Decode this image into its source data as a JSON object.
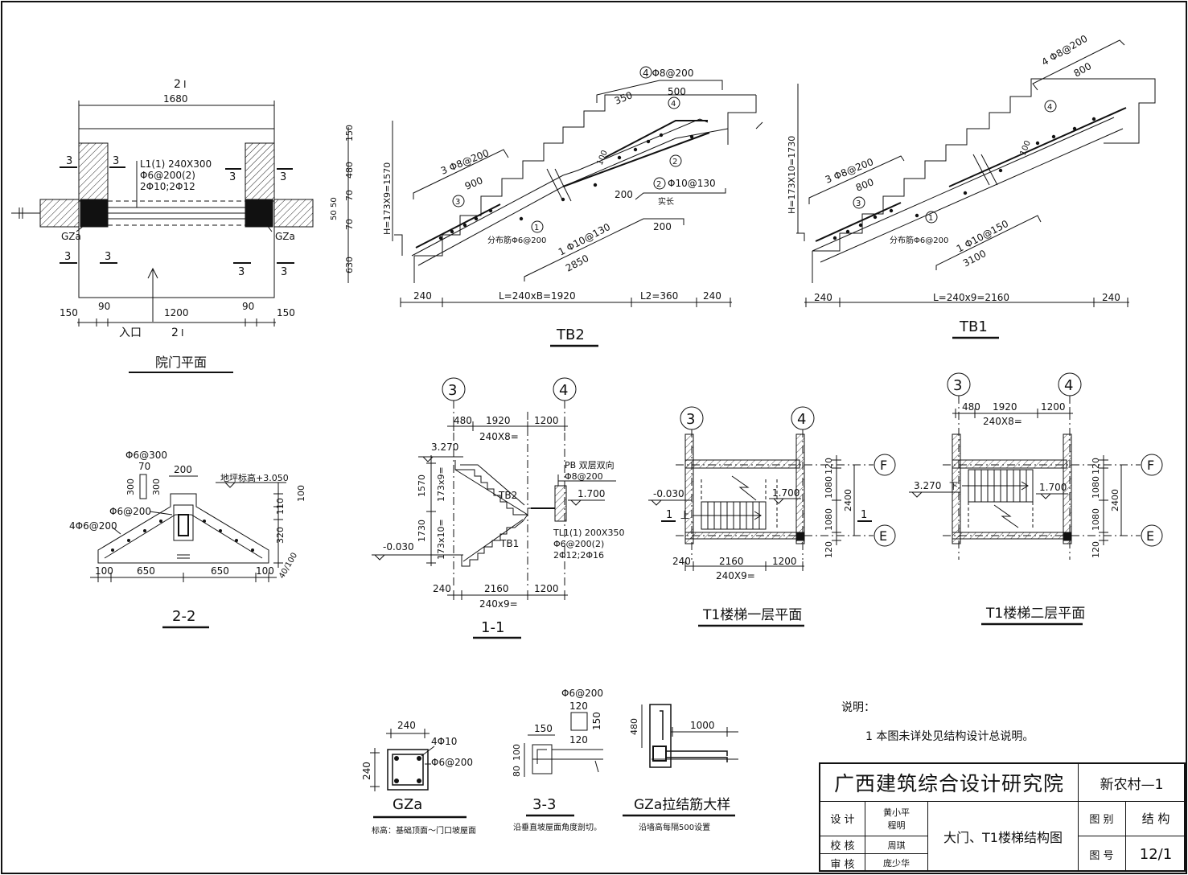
{
  "door_plan": {
    "title": "院门平面",
    "section_mark": "2",
    "dim_total": "1680",
    "dims_bottom": [
      "150",
      "90",
      "1200",
      "90",
      "150"
    ],
    "beam_label_1": "L1(1) 240X300",
    "beam_label_2": "Φ6@200(2)",
    "beam_label_3": "2Φ10;2Φ12",
    "col_left": "GZa",
    "col_right": "GZa",
    "cut_mark": "3",
    "entry": "入口"
  },
  "tb2": {
    "title": "TB2",
    "height_label": "H=173X9=1570",
    "dims_left": [
      "150",
      "480",
      "50",
      "50",
      "70",
      "70",
      "630"
    ],
    "bottom_dims": [
      "240",
      "L=240xB=1920",
      "L2=360",
      "240"
    ],
    "bar4": "Φ8@200",
    "bar4_len": "500",
    "bar4_seg": "350",
    "bar3": "Φ8@200",
    "bar3_len": "900",
    "bar2": "Φ10@130",
    "bar2_len": "200",
    "bar2_note": "实长",
    "bar1": "Φ10@130",
    "bar1_len": "2850",
    "bar1_hook": "200",
    "dist_bar": "分布筋Φ6@200",
    "thk": "100",
    "n1": "1",
    "n2": "2",
    "n3": "3",
    "n4": "4"
  },
  "tb1": {
    "title": "TB1",
    "height_label": "H=173X10=1730",
    "bottom_dims": [
      "240",
      "L=240x9=2160",
      "240"
    ],
    "bar4": "Φ8@200",
    "bar4_len": "800",
    "bar3": "Φ8@200",
    "bar3_len": "800",
    "bar1": "Φ10@150",
    "bar1_len": "3100",
    "dist_bar": "分布筋Φ6@200",
    "thk": "100",
    "n1": "1",
    "n3": "3",
    "n4": "4"
  },
  "sec22": {
    "title": "2-2",
    "top_bar": "Φ6@300",
    "dim70": "70",
    "dim300a": "300",
    "dim300b": "300",
    "dim200": "200",
    "level": "地坪标高+3.050",
    "bar_a": "Φ6@200",
    "bar_b": "4Φ6@200",
    "dims_right": [
      "100",
      "110",
      "320"
    ],
    "dims_bottom": [
      "100",
      "650",
      "650",
      "100"
    ],
    "slope": "40/100"
  },
  "sec11": {
    "title": "1-1",
    "axis_a": "3",
    "axis_b": "4",
    "top_dims": [
      "480",
      "1920",
      "1200"
    ],
    "top_sub": "240X8=",
    "lvl_top": "3.270",
    "lvl_mid": "1.700",
    "lvl_bot": "-0.030",
    "pb": "PB  双层双向",
    "pb_bar": "Φ8@200",
    "tl1_1": "TL1(1) 200X350",
    "tl1_2": "Φ6@200(2)",
    "tl1_3": "2Φ12;2Φ16",
    "tb2": "TB2",
    "tb1": "TB1",
    "left_dims": [
      "1570",
      "173x9=",
      "1730",
      "173x10="
    ],
    "bot_dims": [
      "240",
      "2160",
      "1200"
    ],
    "bot_sub": "240x9="
  },
  "plan1": {
    "title": "T1楼梯一层平面",
    "axis_a": "3",
    "axis_b": "4",
    "axis_f": "F",
    "axis_e": "E",
    "lvl_a": "-0.030",
    "lvl_b": "1.700",
    "up": "上",
    "cut": "1",
    "dims_right": [
      "120",
      "1080",
      "2400",
      "1080",
      "120"
    ],
    "bot_dims": [
      "240",
      "2160",
      "1200"
    ],
    "bot_sub": "240X9="
  },
  "plan2": {
    "title": "T1楼梯二层平面",
    "axis_a": "3",
    "axis_b": "4",
    "axis_f": "F",
    "axis_e": "E",
    "lvl_a": "3.270",
    "down": "下",
    "lvl_b": "1.700",
    "top_dims": [
      "480",
      "1920",
      "1200"
    ],
    "top_sub": "240X8=",
    "dims_right": [
      "120",
      "1080",
      "2400",
      "1080",
      "120"
    ]
  },
  "gza": {
    "title": "GZa",
    "w": "240",
    "h": "240",
    "bar_main": "4Φ10",
    "bar_tie": "Φ6@200",
    "note": "标高：基础顶面～门口坡屋面"
  },
  "sec33": {
    "title": "3-3",
    "bar": "Φ6@200",
    "d120a": "120",
    "d120b": "120",
    "d150a": "150",
    "d150b": "150",
    "d100": "100",
    "d80": "80",
    "note": "沿垂直坡屋面角度剖切。"
  },
  "tie": {
    "title": "GZa拉结筋大样",
    "d480": "480",
    "d1000": "1000",
    "note": "沿墙高每隔500设置"
  },
  "notes": {
    "heading": "说明：",
    "item": "1  本图未详处见结构设计总说明。"
  },
  "title_block": {
    "institute": "广西建筑综合设计研究院",
    "project": "新农村—1",
    "design_label": "设 计",
    "designer_1": "黄小平",
    "designer_2": "程明",
    "check_label": "校 核",
    "checker": "周琪",
    "review_label": "审 核",
    "reviewer": "庞少华",
    "drawing_name": "大门、T1楼梯结构图",
    "cat_label": "图 别",
    "cat": "结 构",
    "no_label": "图 号",
    "no": "12/1"
  }
}
